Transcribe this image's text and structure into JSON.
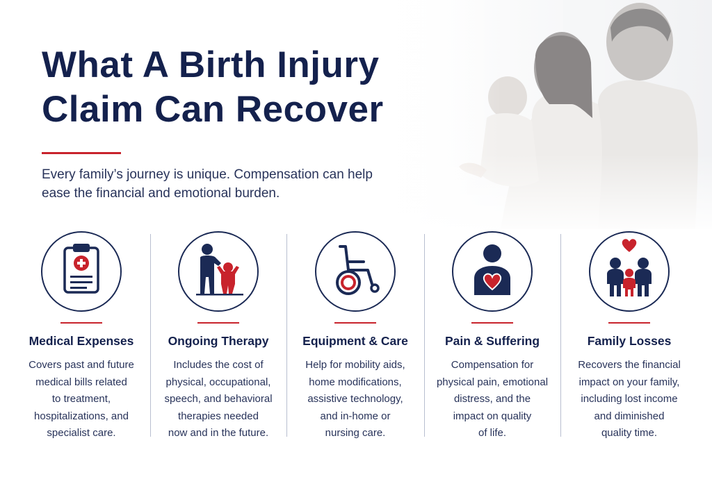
{
  "header": {
    "title": "What A Birth Injury Claim Can Recover",
    "subtitle": "Every family’s journey is unique. Compensation can help ease the financial and emotional burden."
  },
  "colors": {
    "navy": "#14214d",
    "accent_red": "#c8232c"
  },
  "cards": [
    {
      "icon": "clipboard-medical-icon",
      "title": "Medical Expenses",
      "lines": [
        "Covers past and future",
        "medical bills related",
        "to treatment,",
        "hospitalizations, and",
        "specialist care."
      ]
    },
    {
      "icon": "adult-child-therapy-icon",
      "title": "Ongoing Therapy",
      "lines": [
        "Includes the cost of",
        "physical, occupational,",
        "speech, and behavioral",
        "therapies needed",
        "now and in the future."
      ]
    },
    {
      "icon": "wheelchair-icon",
      "title": "Equipment & Care",
      "lines": [
        "Help for mobility aids,",
        "home modifications,",
        "assistive technology,",
        "and in-home or",
        "nursing care."
      ]
    },
    {
      "icon": "person-heart-icon",
      "title": "Pain & Suffering",
      "lines": [
        "Compensation for",
        "physical pain, emotional",
        "distress, and the",
        "impact on quality",
        "of life."
      ]
    },
    {
      "icon": "family-heart-icon",
      "title": "Family Losses",
      "lines": [
        "Recovers the financial",
        "impact on your family,",
        "including lost income",
        "and diminished",
        "quality time."
      ]
    }
  ]
}
